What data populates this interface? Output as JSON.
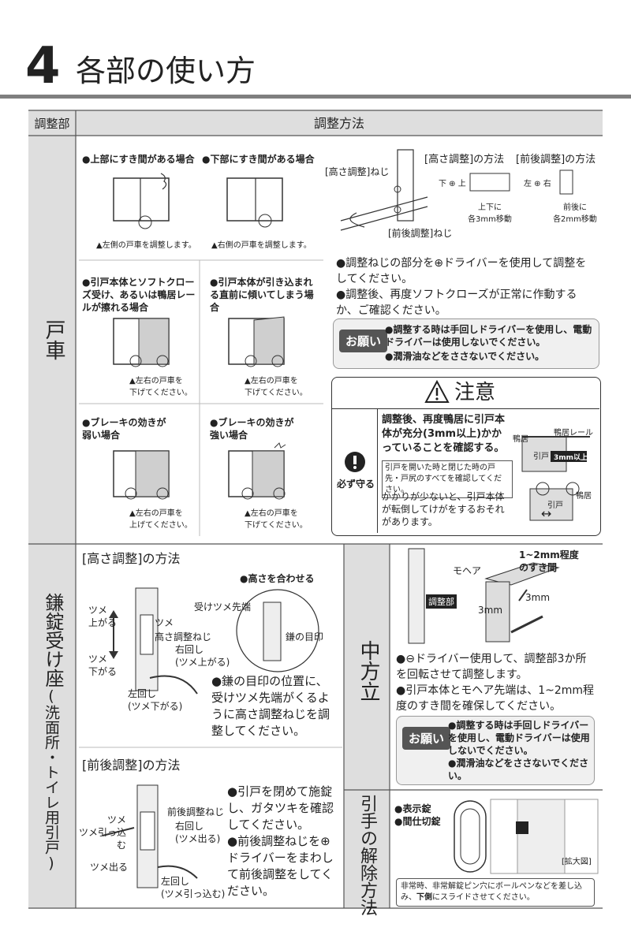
{
  "header": {
    "number": "4",
    "title": "各部の使い方"
  },
  "table_header": {
    "col1": "調整部",
    "col2": "調整方法"
  },
  "sections": {
    "tosha": {
      "label": "戸車",
      "case_top_gap": "●上部にすき間がある場合",
      "case_top_gap_note": "▲左側の戸車を調整します。",
      "case_bottom_gap": "●下部にすき間がある場合",
      "case_bottom_gap_note": "▲右側の戸車を調整します。",
      "diagram_height_screw": "[高さ調整]ねじ",
      "diagram_depth_screw": "[前後調整]ねじ",
      "height_method_title": "[高さ調整]の方法",
      "depth_method_title": "[前後調整]の方法",
      "height_dir": "下 ⊕ 上",
      "height_move": "上下に\n各3mm移動",
      "depth_dir": "左 ⊕ 右",
      "depth_move": "前後に\n各2mm移動",
      "instructions": [
        "●調整ねじの部分を⊕ドライバーを使用して調整をしてください。",
        "●調整後、再度ソフトクローズが正常に作動するか、ご確認ください。"
      ],
      "onegai_label": "お願い",
      "onegai_lines": [
        "●調整する時は手回しドライバーを使用し、電動ドライバーは使用しないでください。",
        "●潤滑油などをささないでください。"
      ],
      "case_rub": "●引戸本体とソフトクローズ受け、あるいは鴨居レールが擦れる場合",
      "case_rub_note": "▲左右の戸車を\n下げてください。",
      "case_tilt": "●引戸本体が引き込まれる直前に傾いてしまう場合",
      "case_tilt_note": "▲左右の戸車を\n下げてください。",
      "case_brake_weak": "●ブレーキの効きが\n弱い場合",
      "case_brake_weak_note": "▲左右の戸車を\n上げてください。",
      "case_brake_strong": "●ブレーキの効きが\n強い場合",
      "case_brake_strong_note": "▲左右の戸車を\n下げてください。",
      "caution_title": "注意",
      "caution_must": "必ず守る",
      "caution_main": "調整後、再度鴨居に引戸本体が充分(3mm以上)かかっていることを確認する。",
      "caution_box": "引戸を開いた時と閉じた時の戸先・戸尻のすべてを確認してください。",
      "caution_tail": "かかりが少ないと、引戸本体が転倒してけがをするおそれがあります。",
      "caution_fig_kamoi": "鴨居",
      "caution_fig_rail": "鴨居レール",
      "caution_fig_door": "引戸",
      "caution_fig_3mm": "3mm以上",
      "caution_fig_kamoi2": "鴨居",
      "caution_fig_door2": "引戸"
    },
    "kamajo": {
      "label_main": "鎌錠受け座",
      "label_sub": "(洗面所・トイレ用引戸)",
      "height_title": "[高さ調整]の方法",
      "height_match": "●高さを合わせる",
      "tsume_up": "ツメ\n上がる",
      "tsume_down": "ツメ\n下がる",
      "tsume": "ツメ",
      "height_screw": "高さ調整ねじ",
      "right_turn": "右回し\n(ツメ上がる)",
      "left_turn": "左回し\n(ツメ下がる)",
      "receive_tip": "受けツメ先端",
      "kama_mark": "鎌の目印",
      "height_text": "●鎌の目印の位置に、受けツメ先端がくるように高さ調整ねじを調整してください。",
      "depth_title": "[前後調整]の方法",
      "depth_tsume_in": "ツメ\nツメ引っ込む",
      "depth_tsume_out": "ツメ出る",
      "depth_screw": "前後調整ねじ",
      "depth_right": "右回し\n(ツメ出る)",
      "depth_left": "左回し\n(ツメ引っ込む)",
      "depth_text": "●引戸を閉めて施錠し、ガタツキを確認してください。\n●前後調整ねじを⊕ドライバーをまわして前後調整をしてください。"
    },
    "nakatate": {
      "label": "中方立",
      "gap": "1~2mm程度\nのすき間",
      "mohair": "モヘア",
      "adjust_part": "調整部",
      "three_mm_a": "3mm",
      "three_mm_b": "3mm",
      "text1": "●⊖ドライバー使用して、調整部3か所を回転させて調整します。",
      "text2": "●引戸本体とモヘア先端は、1~2mm程度のすき間を確保してください。",
      "onegai_label": "お願い",
      "onegai_lines": [
        "●調整する時は手回しドライバーを使用し、電動ドライバーは使用しないでください。",
        "●潤滑油などをささないでください。"
      ]
    },
    "hikite": {
      "label": "引手の解除方法",
      "item1": "●表示錠",
      "item2": "●間仕切錠",
      "zoom": "[拡大図]",
      "note_pre": "非常時、非常解錠ピン穴にボールペンなどを差し込み、",
      "note_bold": "下側",
      "note_post": "にスライドさせてください。"
    }
  }
}
